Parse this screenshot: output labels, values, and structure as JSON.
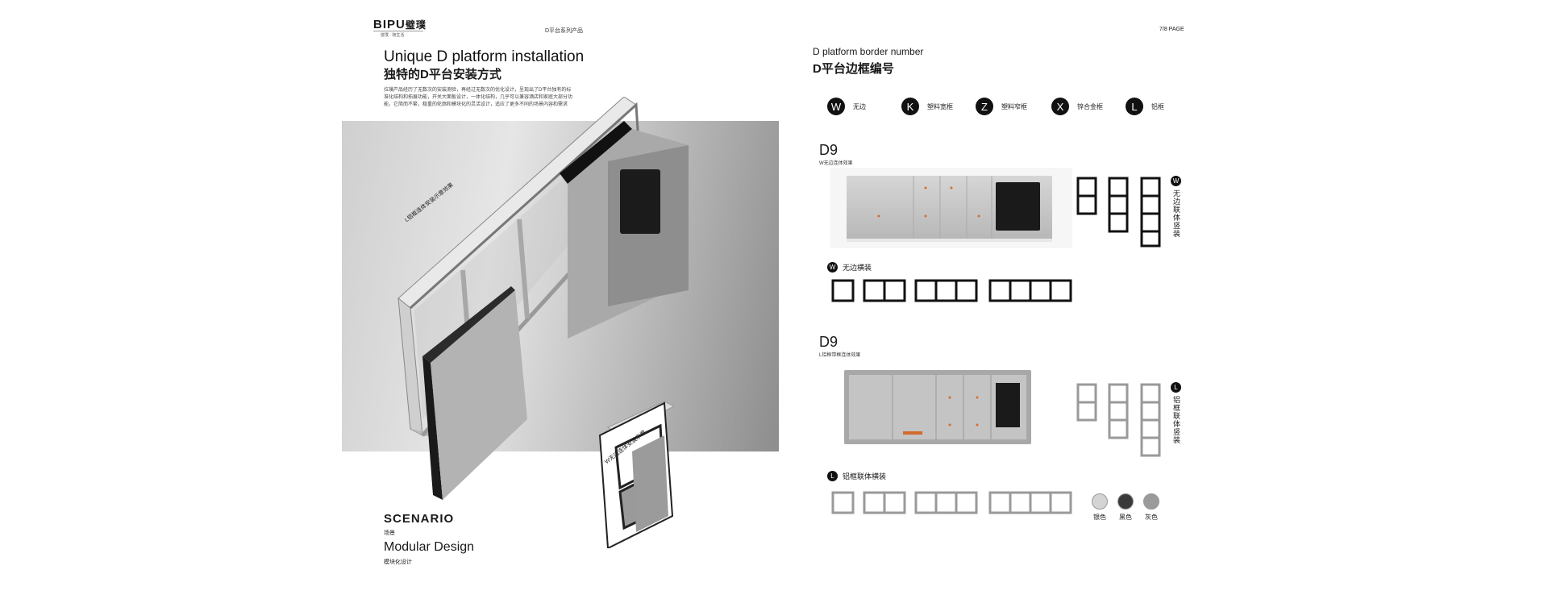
{
  "left": {
    "logo": "BIPU",
    "logo_cn": "璧璞",
    "logo_tagline": "璧璞 · 随生活",
    "series": "D平台系列产品",
    "title_en": "Unique D platform installation",
    "title_zh": "独特的D平台安装方式",
    "intro": "拉璞产品经历了无数次的安装测验，再经过无数次的优化设计，呈现出了D平台独有的标准化结构和拓展功能，开关大面板设计，一体化结构，几乎可以兼容酒店和家庭大部分功能，它简而不繁，稳重的轮廓和模块化的灵活设计，适应了更多不同的场景内容和需求",
    "caption_l": "L铝框连体安装示意效果",
    "caption_w": "W无边连体安装示意",
    "scenario": "SCENARIO",
    "scenario_zh": "场景",
    "modular": "Modular Design",
    "modular_zh": "模块化设计"
  },
  "right": {
    "page_no": "7/8 PAGE",
    "title_en": "D platform border number",
    "title_zh": "D平台边框编号",
    "codes": [
      {
        "letter": "W",
        "label": "无边"
      },
      {
        "letter": "K",
        "label": "塑料宽框"
      },
      {
        "letter": "Z",
        "label": "塑料窄框"
      },
      {
        "letter": "X",
        "label": "锌合金框"
      },
      {
        "letter": "L",
        "label": "铝框"
      }
    ],
    "d9_a": {
      "title": "D9",
      "sub": "W无边连体效果",
      "row_badge": "W",
      "row_label": "无边横装",
      "side_badge": "W",
      "side_label": "无边联体竖装"
    },
    "d9_b": {
      "title": "D9",
      "sub": "L铝框带框连体效果",
      "row_badge": "L",
      "row_label": "铝框联体横装",
      "side_badge": "L",
      "side_label": "铝框联体竖装"
    },
    "colors": [
      {
        "label": "银色",
        "hex": "#d4d4d4"
      },
      {
        "label": "黑色",
        "hex": "#3a3a3a"
      },
      {
        "label": "灰色",
        "hex": "#9a9a9a"
      }
    ]
  }
}
